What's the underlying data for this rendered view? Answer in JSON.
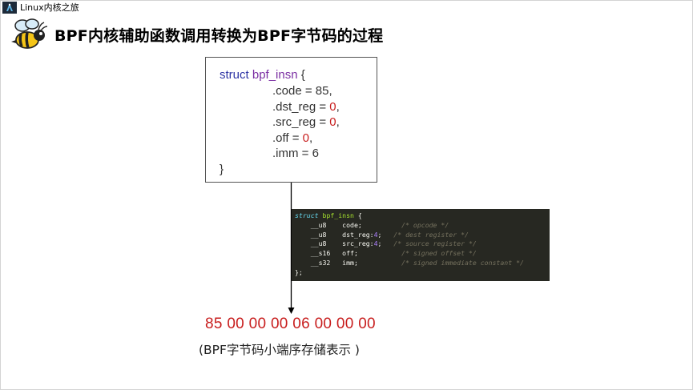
{
  "app": {
    "title": "Linux内核之旅",
    "logo_icon": "linux-journey-logo-icon"
  },
  "slide": {
    "title": "BPF内核辅助函数调用转换为BPF字节码的过程",
    "mascot_icon": "bee-icon"
  },
  "struct_box": {
    "keyword": "struct",
    "name": "bpf_insn",
    "open_brace": "{",
    "close_brace": "}",
    "fields": [
      {
        "name": ".code = ",
        "value": "85",
        "suffix": ",",
        "value_color": "dark"
      },
      {
        "name": ".dst_reg = ",
        "value": "0",
        "suffix": ",",
        "value_color": "red"
      },
      {
        "name": ".src_reg = ",
        "value": "0",
        "suffix": ",",
        "value_color": "red"
      },
      {
        "name": ".off = ",
        "value": "0",
        "suffix": ",",
        "value_color": "red"
      },
      {
        "name": ".imm = ",
        "value": "6",
        "suffix": "",
        "value_color": "dark"
      }
    ]
  },
  "code_snippet": {
    "keyword": "struct",
    "name": "bpf_insn",
    "open": " {",
    "close": "};",
    "rows": [
      {
        "type": "__u8 ",
        "field": "code;",
        "bits": "",
        "comment": "/* opcode */"
      },
      {
        "type": "__u8 ",
        "field": "dst_reg:",
        "bits": "4",
        "comment": "/* dest register */"
      },
      {
        "type": "__u8 ",
        "field": "src_reg:",
        "bits": "4",
        "comment": "/* source register */"
      },
      {
        "type": "__s16",
        "field": "off;",
        "bits": "",
        "comment": "/* signed offset */"
      },
      {
        "type": "__s32",
        "field": "imm;",
        "bits": "",
        "comment": "/* signed immediate constant */"
      }
    ]
  },
  "bytecode": {
    "hex": "85 00 00 00 06 00 00 00",
    "caption": "(BPF字节码小端序存储表示 )"
  },
  "colors": {
    "keyword": "#2e35a5",
    "struct_name": "#7b2fa3",
    "red_value": "#c81e1e",
    "code_bg": "#272822"
  }
}
